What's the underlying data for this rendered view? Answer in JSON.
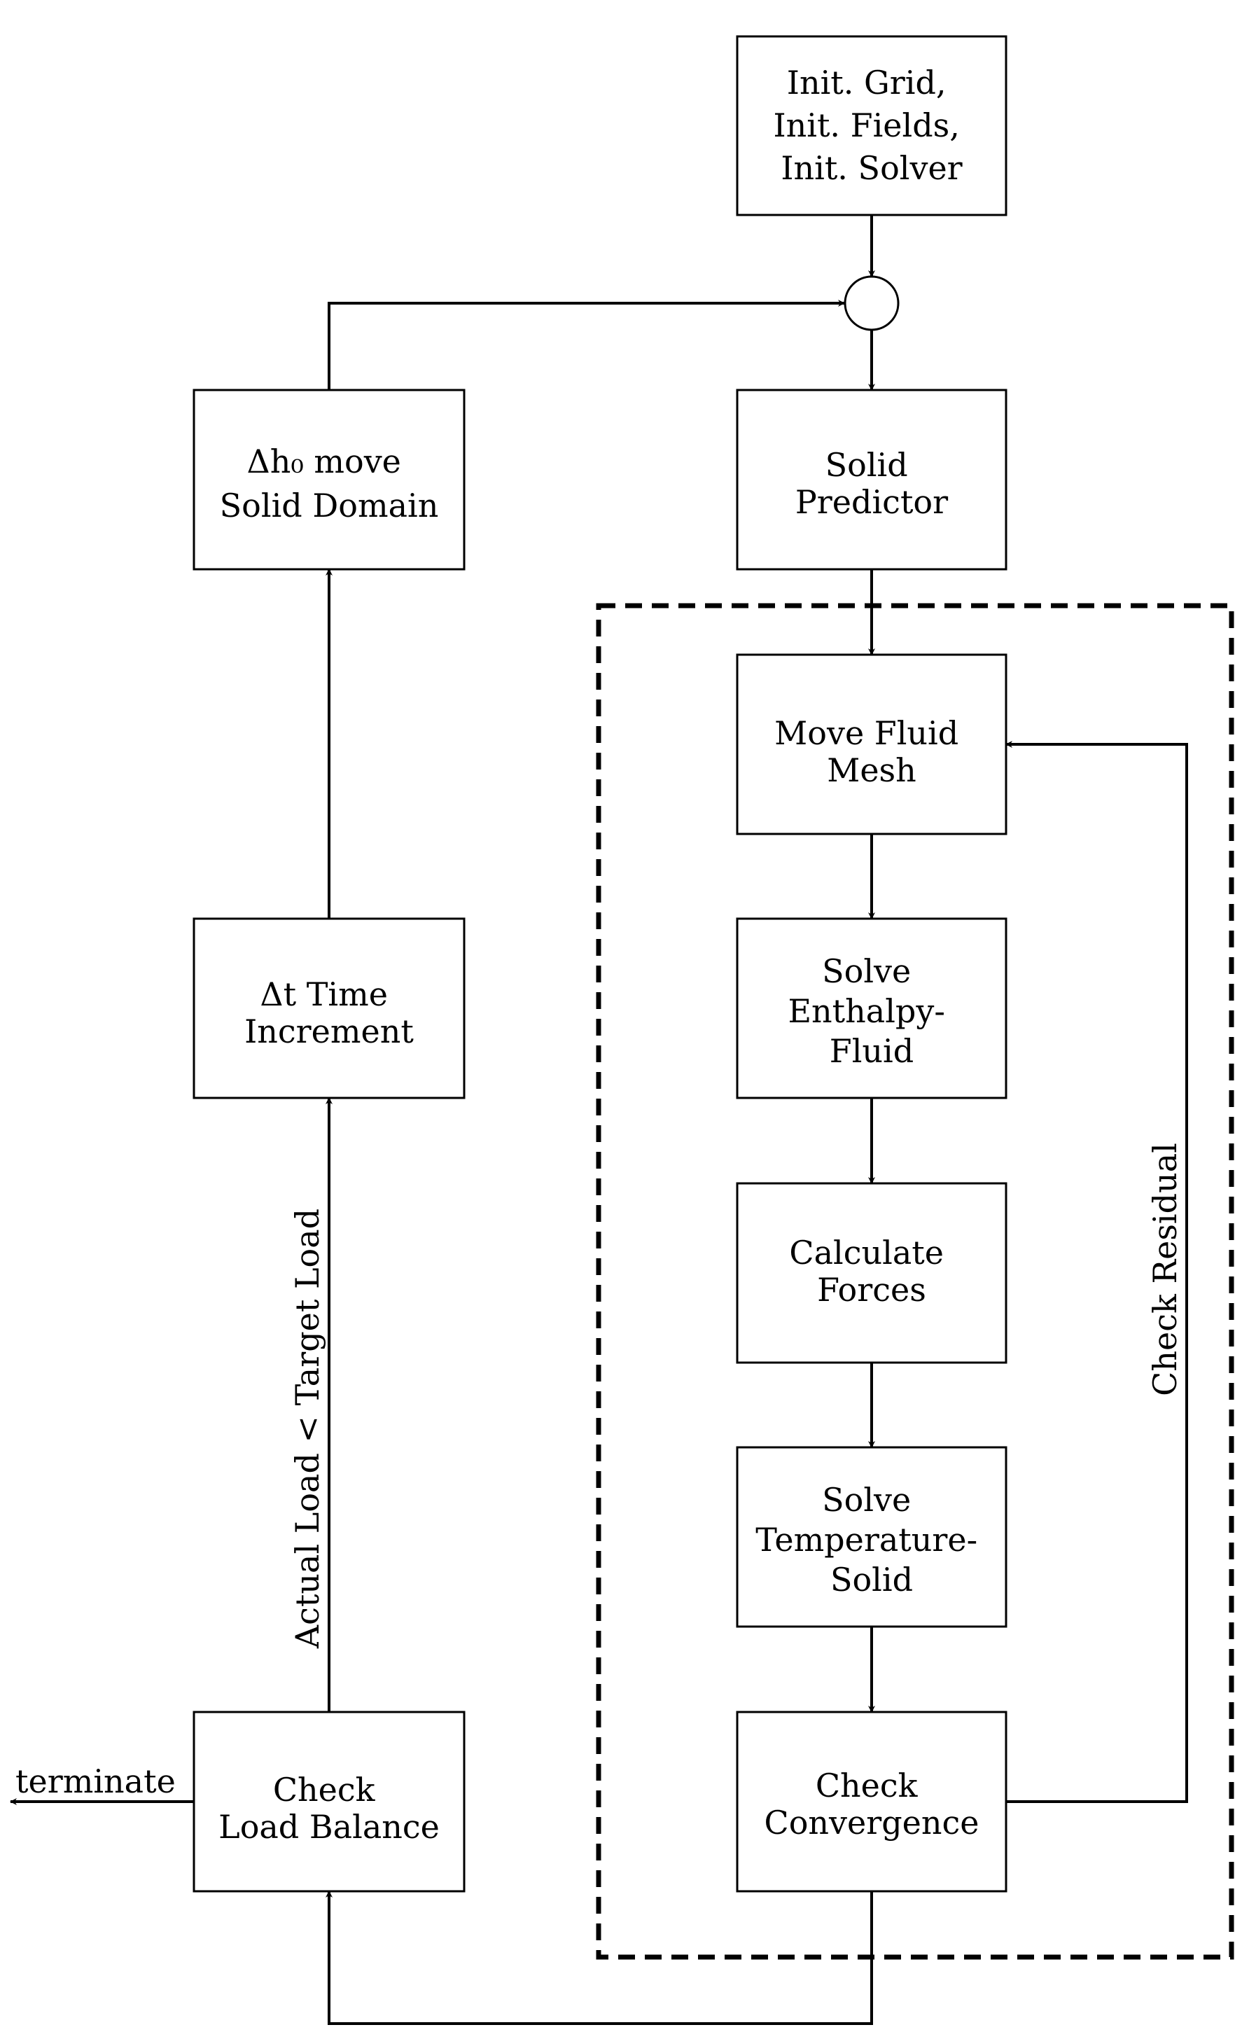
{
  "nodes": {
    "init": [
      "Init. Grid,",
      "Init. Fields,",
      "Init. Solver"
    ],
    "move_solid": [
      "Δh₀ move",
      "Solid Domain"
    ],
    "solid_predictor": [
      "Solid",
      "Predictor"
    ],
    "move_fluid": [
      "Move Fluid",
      "Mesh"
    ],
    "time_increment": [
      "Δt Time",
      "Increment"
    ],
    "solve_enthalpy": [
      "Solve",
      "Enthalpy-",
      "Fluid"
    ],
    "calc_forces": [
      "Calculate",
      "Forces"
    ],
    "solve_temperature": [
      "Solve",
      "Temperature-",
      "Solid"
    ],
    "check_load": [
      "Check",
      "Load Balance"
    ],
    "check_convergence": [
      "Check",
      "Convergence"
    ]
  },
  "edge_labels": {
    "load_condition": "Actual Load < Target Load",
    "check_residual": "Check Residual",
    "terminate": "terminate"
  }
}
